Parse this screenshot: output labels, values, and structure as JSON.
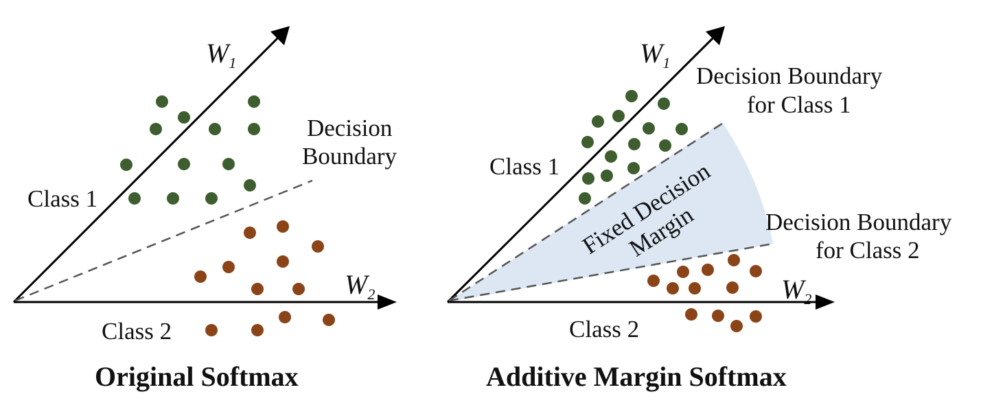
{
  "colors": {
    "class1": "#3e5e2f",
    "class2": "#8a4418",
    "axis": "#000000",
    "boundary": "#555555",
    "margin_fill": "#dce7f3"
  },
  "left_panel": {
    "title": "Original Softmax",
    "w1_base": "W",
    "w1_sub": "1",
    "w2_base": "W",
    "w2_sub": "2",
    "class1_label": "Class 1",
    "class2_label": "Class 2",
    "boundary_line1": "Decision",
    "boundary_line2": "Boundary"
  },
  "right_panel": {
    "title": "Additive Margin Softmax",
    "w1_base": "W",
    "w1_sub": "1",
    "w2_base": "W",
    "w2_sub": "2",
    "class1_label": "Class 1",
    "class2_label": "Class 2",
    "boundary1_line1": "Decision Boundary",
    "boundary1_line2": "for Class 1",
    "boundary2_line1": "Decision Boundary",
    "boundary2_line2": "for Class 2",
    "margin_line1": "Fixed Decision",
    "margin_line2": "Margin"
  }
}
